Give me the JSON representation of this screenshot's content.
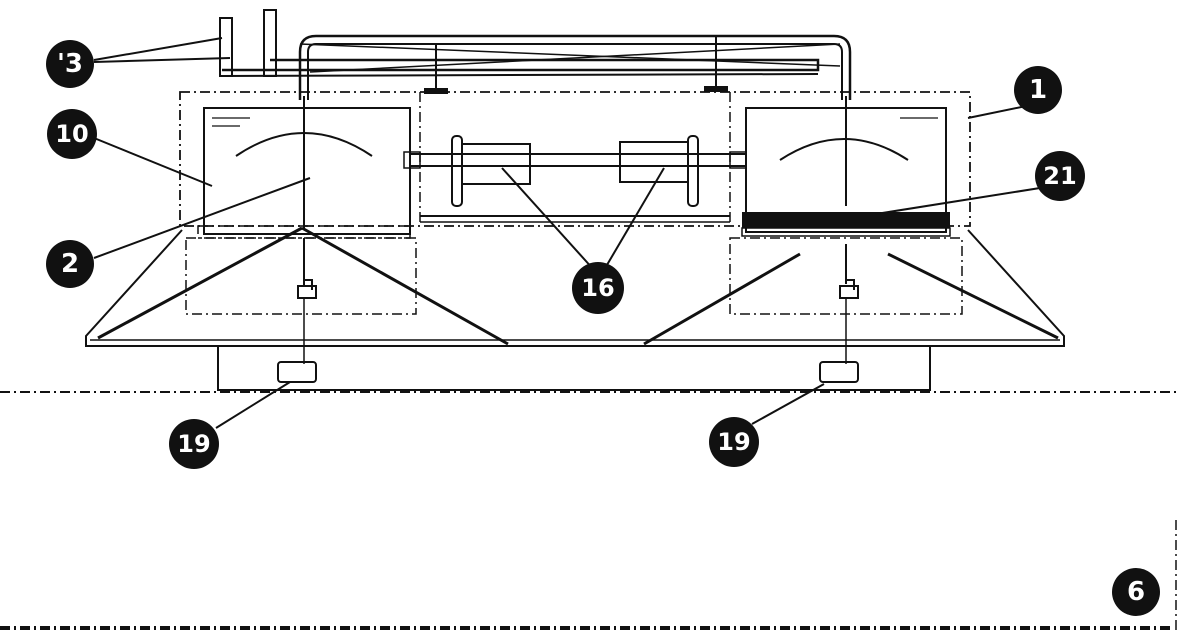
{
  "callouts": [
    {
      "id": "c3",
      "label": "'3"
    },
    {
      "id": "c1",
      "label": "1"
    },
    {
      "id": "c10",
      "label": "10"
    },
    {
      "id": "c21",
      "label": "21"
    },
    {
      "id": "c2",
      "label": "2"
    },
    {
      "id": "c16",
      "label": "16"
    },
    {
      "id": "c19a",
      "label": "19"
    },
    {
      "id": "c19b",
      "label": "19"
    },
    {
      "id": "c6",
      "label": "6"
    }
  ]
}
